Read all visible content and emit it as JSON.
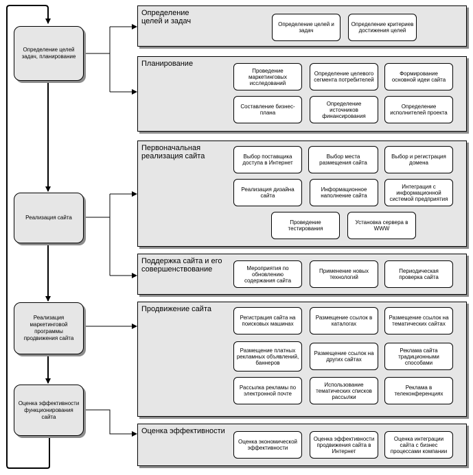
{
  "stages": [
    {
      "id": "s1",
      "label": "Определение целей задач, планирование"
    },
    {
      "id": "s2",
      "label": "Реализация сайта"
    },
    {
      "id": "s3",
      "label": "Реализация маркетинговой программы продвижения сайта"
    },
    {
      "id": "s4",
      "label": "Оценка эффективности функционирования сайта"
    }
  ],
  "panels": [
    {
      "id": "p1",
      "title": "Определение\nцелей и задач",
      "tasks": [
        "Определение целей и задач",
        "Определение критериев достижения целей"
      ]
    },
    {
      "id": "p2",
      "title": "Планирование",
      "tasks": [
        "Проведение маркетинговых исследований",
        "Определение целевого сегмента потребителей",
        "Формирование основной идеи сайта",
        "Составление бизнес-плана",
        "Определение источников финансирования",
        "Определение исполнителей проекта"
      ]
    },
    {
      "id": "p3",
      "title": "Первоначальная\nреализация сайта",
      "tasks": [
        "Выбор поставщика доступа в Интернет",
        "Выбор места размещения сайта",
        "Выбор и регистрация домена",
        "Реализация дизайна сайта",
        "Информационное наполнение сайта",
        "Интеграция с информационной системой предприятия",
        "Проведение тестирования",
        "Установка сервера в WWW"
      ]
    },
    {
      "id": "p4",
      "title": "Поддержка сайта и его\nсовершенствование",
      "tasks": [
        "Мероприятия по обновлению содержания сайта",
        "Применение новых технологий",
        "Периодическая проверка сайта"
      ]
    },
    {
      "id": "p5",
      "title": "Продвижение сайта",
      "tasks": [
        "Регистрация сайта на поисковых машинах",
        "Размещение ссылок в каталогах",
        "Размещение ссылок на тематических сайтах",
        "Размещение платных рекламных объявлений, баннеров",
        "Размещение ссылок на других сайтах",
        "Реклама сайта традиционными способами",
        "Рассылка рекламы по электронной почте",
        "Использование тематических списков рассылки",
        "Реклама в телеконференциях"
      ]
    },
    {
      "id": "p6",
      "title": "Оценка эффективности",
      "tasks": [
        "Оценка экономической эффективности",
        "Оценка эффективности продвижения сайта в Интернет",
        "Оценка интеграции сайта с бизнес процессами компании"
      ]
    }
  ]
}
